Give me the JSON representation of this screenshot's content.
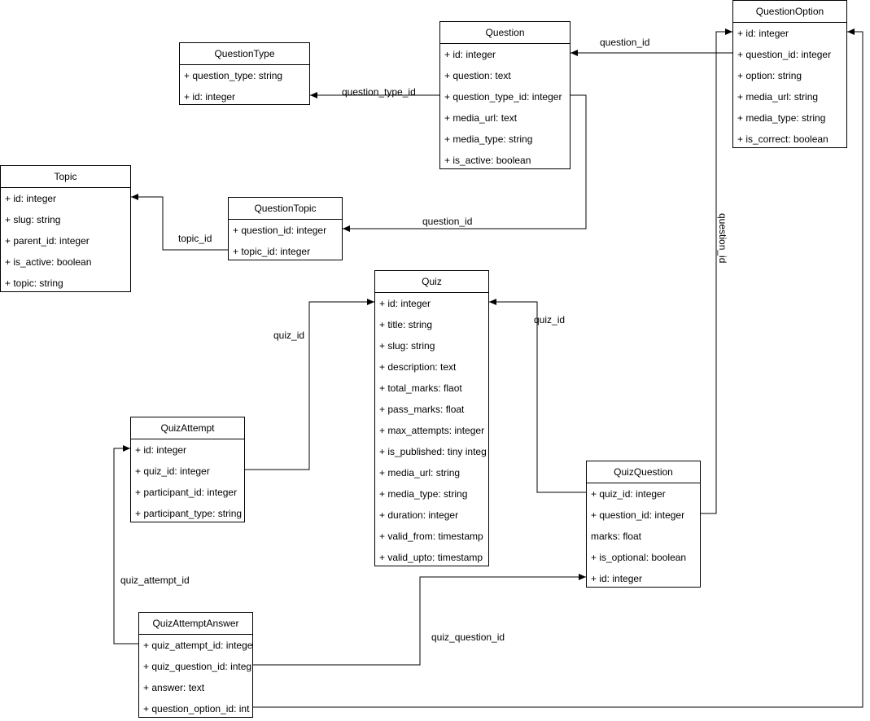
{
  "entities": [
    {
      "key": "question_type",
      "title": "QuestionType",
      "fields": [
        "+ question_type: string",
        "+ id: integer"
      ]
    },
    {
      "key": "question",
      "title": "Question",
      "fields": [
        "+ id: integer",
        "+ question: text",
        "+ question_type_id: integer",
        "+ media_url: text",
        "+ media_type: string",
        "+ is_active: boolean"
      ]
    },
    {
      "key": "question_option",
      "title": "QuestionOption",
      "fields": [
        "+ id: integer",
        "+ question_id: integer",
        "+ option: string",
        "+ media_url: string",
        "+ media_type: string",
        "+ is_correct: boolean"
      ]
    },
    {
      "key": "topic",
      "title": "Topic",
      "fields": [
        "+ id: integer",
        "+ slug: string",
        "+ parent_id: integer",
        "+ is_active: boolean",
        "+ topic: string"
      ]
    },
    {
      "key": "question_topic",
      "title": "QuestionTopic",
      "fields": [
        "+ question_id: integer",
        "+ topic_id: integer"
      ]
    },
    {
      "key": "quiz",
      "title": "Quiz",
      "fields": [
        "+ id: integer",
        "+ title: string",
        "+ slug: string",
        "+ description: text",
        "+ total_marks: flaot",
        "+ pass_marks: float",
        "+ max_attempts: integer",
        "+ is_published: tiny integ",
        "+ media_url: string",
        "+ media_type: string",
        "+ duration: integer",
        "+ valid_from: timestamp",
        "+ valid_upto: timestamp"
      ]
    },
    {
      "key": "quiz_attempt",
      "title": "QuizAttempt",
      "fields": [
        "+ id: integer",
        "+ quiz_id: integer",
        "+ participant_id: integer",
        "+ participant_type: string"
      ]
    },
    {
      "key": "quiz_question",
      "title": "QuizQuestion",
      "fields": [
        "+ quiz_id: integer",
        "+ question_id: integer",
        "marks: float",
        "+ is_optional: boolean",
        "+ id: integer"
      ]
    },
    {
      "key": "quiz_attempt_answer",
      "title": "QuizAttemptAnswer",
      "fields": [
        "+ quiz_attempt_id: intege",
        "+ quiz_question_id: integ",
        "+ answer: text",
        "+ question_option_id: int"
      ]
    }
  ],
  "relations": [
    {
      "key": "option_to_question",
      "label": "question_id"
    },
    {
      "key": "question_to_type",
      "label": "question_type_id"
    },
    {
      "key": "question_to_topiclink",
      "label": "question_id"
    },
    {
      "key": "topiclink_to_topic",
      "label": "topic_id"
    },
    {
      "key": "quizquestion_to_option",
      "label": "question_id"
    },
    {
      "key": "attempt_to_quiz",
      "label": "quiz_id"
    },
    {
      "key": "quizquestion_to_quiz",
      "label": "quiz_id"
    },
    {
      "key": "answer_to_attempt",
      "label": "quiz_attempt_id"
    },
    {
      "key": "answer_to_quizquestion",
      "label": "quiz_question_id"
    },
    {
      "key": "answer_to_option",
      "label": ""
    }
  ]
}
